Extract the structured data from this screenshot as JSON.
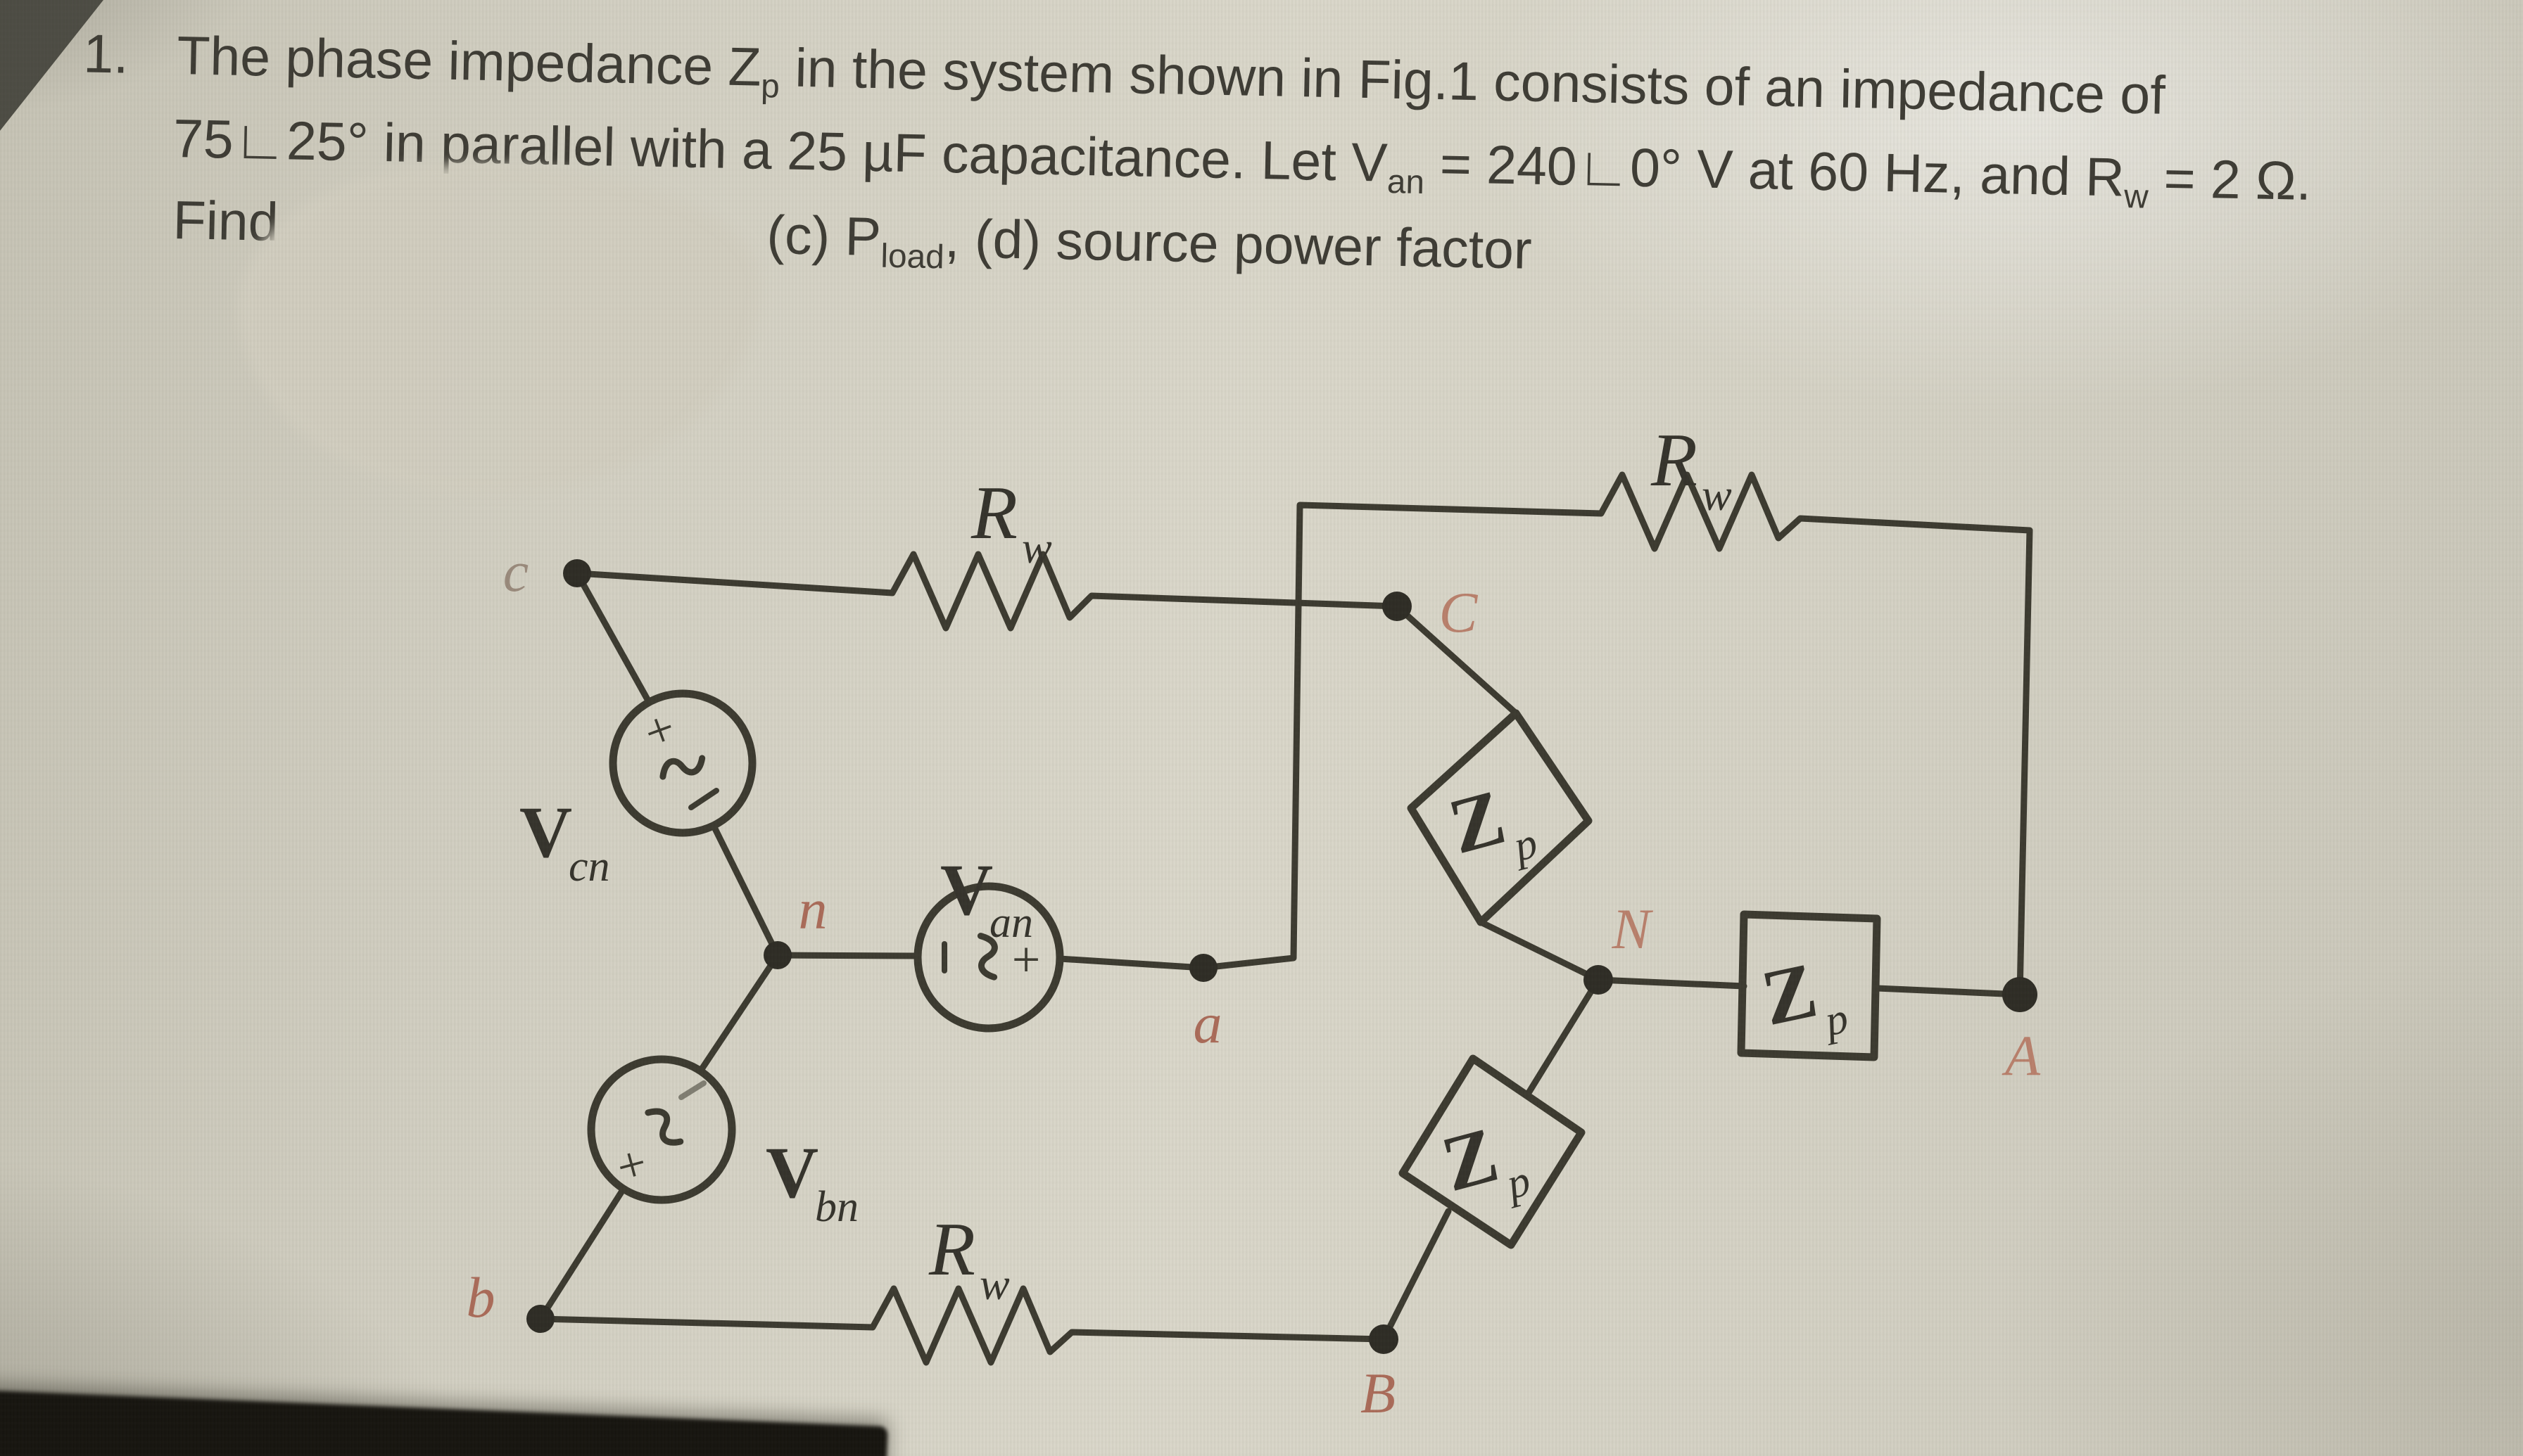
{
  "problem": {
    "number": "1.",
    "line1": {
      "a": "The phase impedance Z",
      "a_sub": "p",
      "b": " in the system shown in Fig.1 consists of an impedance of"
    },
    "line2": {
      "a": "75∟25° in parallel with a 25 µF capacitance. Let V",
      "a_sub": "an",
      "b": " = 240∟0° V at 60 Hz, and R",
      "b_sub": "w",
      "c": " = 2 Ω."
    },
    "line3": {
      "find": "Find",
      "c_item": "(c) P",
      "c_sub": "load",
      "d_item": ", (d) source power factor"
    }
  },
  "circuit": {
    "resistor_label": {
      "main": "R",
      "sub": "w"
    },
    "impedance_label": {
      "main": "Z",
      "sub": "p"
    },
    "source_labels": {
      "vcn": {
        "main": "V",
        "sub": "cn"
      },
      "van": {
        "main": "V",
        "sub": "an"
      },
      "vbn": {
        "main": "V",
        "sub": "bn"
      }
    },
    "node_labels": {
      "c": "c",
      "n": "n",
      "a": "a",
      "b": "b",
      "A": "A",
      "B": "B",
      "C": "C",
      "N": "N"
    },
    "polarity": {
      "plus": "+",
      "minus": "−",
      "sine": "~"
    },
    "colors": {
      "ink": "#3a382e",
      "node_label": "#aa6a58",
      "paper": "#d5d2c5",
      "bezel": "#14120d"
    }
  }
}
